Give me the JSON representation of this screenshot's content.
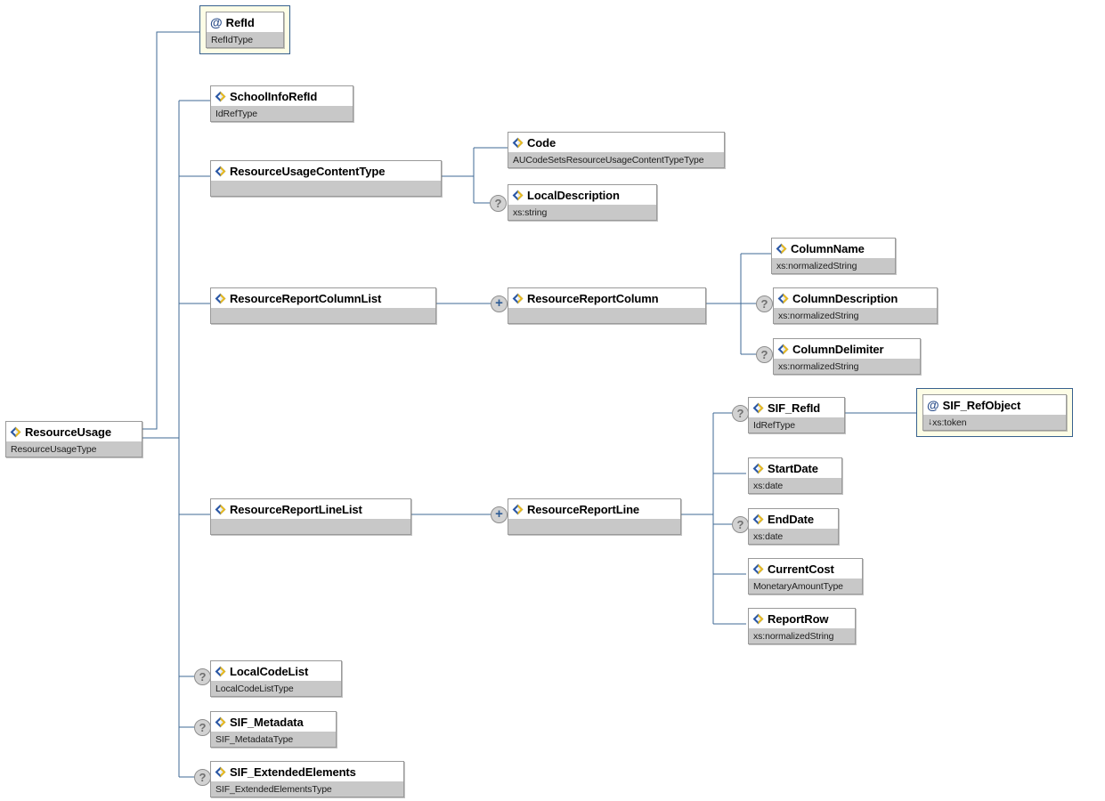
{
  "diagram": {
    "title": "ResourceUsage",
    "type": "xsd-schema-tree",
    "background_color": "#ffffff",
    "line_color": "#3f6a96",
    "element_box_border": "#9a9a9a",
    "element_type_band": "#c8c8c8",
    "attribute_box_border": "#37618e",
    "attribute_box_background": "#fdfde6",
    "marker_fill": "#d2d2d2"
  },
  "nodes": {
    "root": {
      "name": "ResourceUsage",
      "type": "ResourceUsageType",
      "kind": "element",
      "icon": "element-diamond-icon",
      "occurrence": ""
    },
    "ref_id": {
      "name": "RefId",
      "type": "RefIdType",
      "kind": "attribute",
      "icon": "at-sign-icon",
      "occurrence": ""
    },
    "school_info_ref_id": {
      "name": "SchoolInfoRefId",
      "type": "IdRefType",
      "kind": "element",
      "icon": "element-diamond-icon",
      "occurrence": ""
    },
    "resource_usage_content_type": {
      "name": "ResourceUsageContentType",
      "type": "",
      "kind": "element",
      "icon": "element-diamond-icon",
      "occurrence": ""
    },
    "code": {
      "name": "Code",
      "type": "AUCodeSetsResourceUsageContentTypeType",
      "kind": "element",
      "icon": "element-diamond-icon",
      "occurrence": ""
    },
    "local_description": {
      "name": "LocalDescription",
      "type": "xs:string",
      "kind": "element",
      "icon": "element-diamond-icon",
      "occurrence": "?"
    },
    "resource_report_column_list": {
      "name": "ResourceReportColumnList",
      "type": "",
      "kind": "element",
      "icon": "element-diamond-icon",
      "occurrence": ""
    },
    "resource_report_column": {
      "name": "ResourceReportColumn",
      "type": "",
      "kind": "element",
      "icon": "element-diamond-icon",
      "occurrence": "+"
    },
    "column_name": {
      "name": "ColumnName",
      "type": "xs:normalizedString",
      "kind": "element",
      "icon": "element-diamond-icon",
      "occurrence": ""
    },
    "column_description": {
      "name": "ColumnDescription",
      "type": "xs:normalizedString",
      "kind": "element",
      "icon": "element-diamond-icon",
      "occurrence": "?"
    },
    "column_delimiter": {
      "name": "ColumnDelimiter",
      "type": "xs:normalizedString",
      "kind": "element",
      "icon": "element-diamond-icon",
      "occurrence": "?"
    },
    "resource_report_line_list": {
      "name": "ResourceReportLineList",
      "type": "",
      "kind": "element",
      "icon": "element-diamond-icon",
      "occurrence": ""
    },
    "resource_report_line": {
      "name": "ResourceReportLine",
      "type": "",
      "kind": "element",
      "icon": "element-diamond-icon",
      "occurrence": "+"
    },
    "sif_ref_id": {
      "name": "SIF_RefId",
      "type": "IdRefType",
      "kind": "element",
      "icon": "element-diamond-icon",
      "occurrence": "?"
    },
    "sif_ref_object": {
      "name": "SIF_RefObject",
      "type": "xs:token",
      "type_prefix": "↓",
      "kind": "attribute",
      "icon": "at-sign-icon",
      "occurrence": ""
    },
    "start_date": {
      "name": "StartDate",
      "type": "xs:date",
      "kind": "element",
      "icon": "element-diamond-icon",
      "occurrence": ""
    },
    "end_date": {
      "name": "EndDate",
      "type": "xs:date",
      "kind": "element",
      "icon": "element-diamond-icon",
      "occurrence": "?"
    },
    "current_cost": {
      "name": "CurrentCost",
      "type": "MonetaryAmountType",
      "kind": "element",
      "icon": "element-diamond-icon",
      "occurrence": ""
    },
    "report_row": {
      "name": "ReportRow",
      "type": "xs:normalizedString",
      "kind": "element",
      "icon": "element-diamond-icon",
      "occurrence": ""
    },
    "local_code_list": {
      "name": "LocalCodeList",
      "type": "LocalCodeListType",
      "kind": "element",
      "icon": "element-diamond-icon",
      "occurrence": "?"
    },
    "sif_metadata": {
      "name": "SIF_Metadata",
      "type": "SIF_MetadataType",
      "kind": "element",
      "icon": "element-diamond-icon",
      "occurrence": "?"
    },
    "sif_extended_elements": {
      "name": "SIF_ExtendedElements",
      "type": "SIF_ExtendedElementsType",
      "kind": "element",
      "icon": "element-diamond-icon",
      "occurrence": "?"
    }
  },
  "markers": {
    "optional": "?",
    "repeating": "+"
  }
}
